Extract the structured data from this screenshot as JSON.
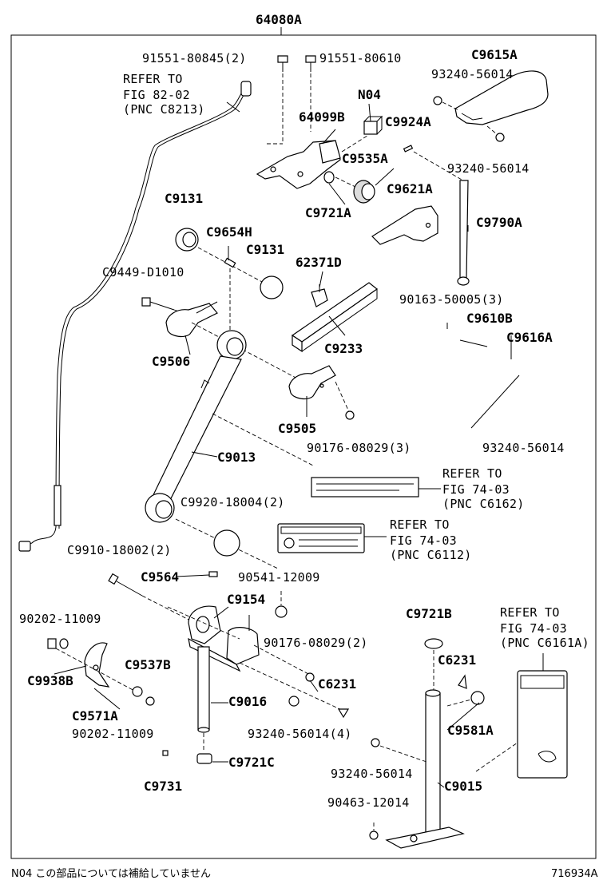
{
  "assembly_number": "64080A",
  "labels": {
    "l1": "91551-80845(2)",
    "l2": "91551-80610",
    "l3": "C9615A",
    "l4": "93240-56014",
    "l5": "REFER TO",
    "l6": "FIG 82-02",
    "l7": "(PNC C8213)",
    "l8": "N04",
    "l9": "64099B",
    "l10": "C9924A",
    "l11": "C9535A",
    "l12": "93240-56014",
    "l13": "C9131",
    "l14": "C9721A",
    "l15": "C9621A",
    "l16": "C9654H",
    "l17": "C9790A",
    "l18": "C9131",
    "l19": "62371D",
    "l20": "C9449-D1010",
    "l21": "90163-50005(3)",
    "l22": "C9610B",
    "l23": "C9616A",
    "l24": "C9233",
    "l25": "C9506",
    "l26": "C9505",
    "l27": "93240-56014",
    "l28": "C9013",
    "l29": "90176-08029(3)",
    "l30": "REFER TO",
    "l31": "FIG 74-03",
    "l32": "(PNC C6162)",
    "l33": "C9920-18004(2)",
    "l34": "REFER TO",
    "l35": "FIG 74-03",
    "l36": "(PNC C6112)",
    "l37": "C9910-18002(2)",
    "l38": "C9564",
    "l39": "90541-12009",
    "l40": "C9154",
    "l41": "90202-11009",
    "l42": "C9721B",
    "l43": "REFER TO",
    "l44": "FIG 74-03",
    "l45": "(PNC C6161A)",
    "l46": "90176-08029(2)",
    "l47": "C9537B",
    "l48": "C6231",
    "l49": "C9938B",
    "l50": "C6231",
    "l51": "C9016",
    "l52": "C9571A",
    "l53": "C9581A",
    "l54": "90202-11009",
    "l55": "93240-56014(4)",
    "l56": "C9721C",
    "l57": "93240-56014",
    "l58": "C9731",
    "l59": "C9015",
    "l60": "90463-12014"
  },
  "footer": {
    "note": "N04 この部品については補給していません",
    "diagram_id": "716934A"
  }
}
